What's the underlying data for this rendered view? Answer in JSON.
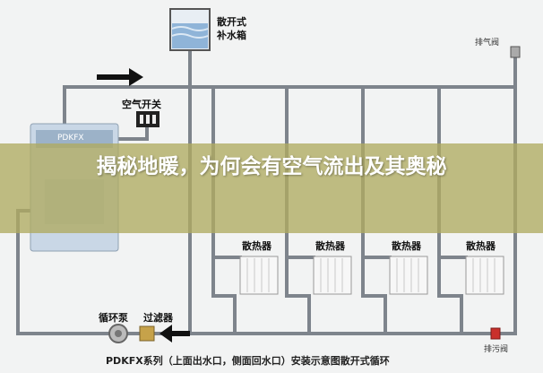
{
  "title": "揭秘地暖，为何会有空气流出及其奥秘",
  "labels": {
    "tank": [
      "散开式",
      "补水箱"
    ],
    "air_vent": "排气阀",
    "air_switch": "空气开关",
    "radiator": "散热器",
    "pump": "循环泵",
    "filter": "过滤器",
    "drain_valve": "排污阀",
    "boiler_brand": "PDKFX"
  },
  "caption": "PDKFX系列（上面出水口，侧面回水口）安装示意图散开式循环",
  "colors": {
    "pipe": "#7e848c",
    "banner": "#b0aa60",
    "boiler": "#c9d7e6",
    "tank_water": "#8fb4d8"
  }
}
